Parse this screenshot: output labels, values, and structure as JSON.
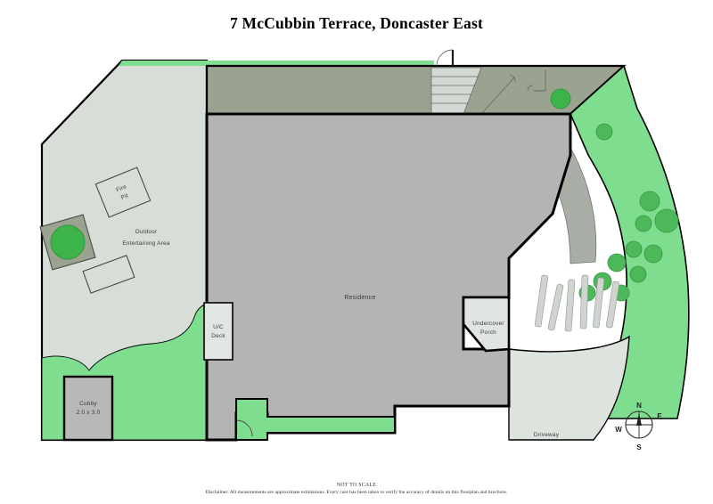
{
  "document": {
    "title": "7 McCubbin Terrace, Doncaster East",
    "not_to_scale": "NOT TO SCALE",
    "disclaimer": "Disclaimer: All measurements are approximate estimations. Every care has been taken to verify the accuracy of details on this floorplan and brochure."
  },
  "colors": {
    "lawn_green": "#7fdd8f",
    "shrub_green": "#4db85a",
    "tree_green": "#3cb44a",
    "paving_olive": "#9aa390",
    "residence_grey": "#b4b4b4",
    "hardstand_grey": "#d7ded8",
    "driveway_grey": "#dde3dd",
    "cubby_grey": "#b8b8b8",
    "deck_grey": "#e2e6e2",
    "porch_grey": "#e0e5e1",
    "path_grey": "#a8ada6",
    "stone_grey": "#cfd4cf",
    "outline_black": "#000000",
    "label_text": "#3a3a3a"
  },
  "areas": {
    "residence": {
      "label": "Residence"
    },
    "outdoor_entertaining": {
      "label_line1": "Outdoor",
      "label_line2": "Entertaining Area"
    },
    "fire_pit": {
      "label_line1": "Fire",
      "label_line2": "Pit"
    },
    "cubby": {
      "label_line1": "Cubby",
      "label_line2": "2.0 x 3.0"
    },
    "uc_deck": {
      "label_line1": "U/C",
      "label_line2": "Deck"
    },
    "undercover_porch": {
      "label_line1": "Undercover",
      "label_line2": "Porch"
    },
    "driveway": {
      "label": "Driveway"
    }
  },
  "compass": {
    "north": "N",
    "east": "E",
    "south": "S",
    "west": "W"
  },
  "icons": {
    "compass_rose": "compass-rose-icon",
    "tree": "tree-icon",
    "shrub": "shrub-icon",
    "stairs": "stairs-icon",
    "gate_swing": "gate-swing-icon",
    "stepping_stones": "stepping-stones-icon",
    "bench": "bench-icon"
  }
}
